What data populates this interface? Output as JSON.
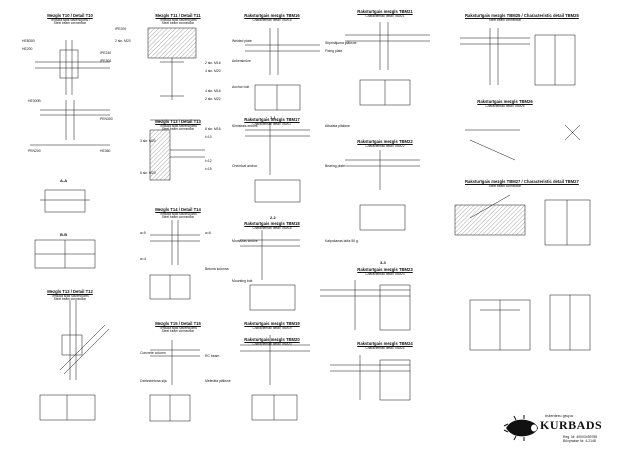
{
  "titles": [
    {
      "main": "Mezgls T10 / Detail T10",
      "sub": [
        "Tērauda sijas savienojums / ",
        "Steel beam connection"
      ]
    },
    {
      "main": "Mezgls T11 / Detail T11",
      "sub": [
        "Tērauda sijas savienojums",
        "Steel beam connection"
      ]
    },
    {
      "main": "Mezgls T12 / Detail T12",
      "sub": [
        "Tērauda sijas savienojums",
        "Steel beam connection"
      ]
    },
    {
      "main": "Mezgls T13 / Detail T13",
      "sub": [
        "Tērauda sijas savienojums",
        "Steel beam connection"
      ]
    },
    {
      "main": "Mezgls T14 / Detail T14",
      "sub": [
        "Tērauda sijas savienojums",
        "Steel beam connection"
      ]
    },
    {
      "main": "Mezgls T15 / Detail T15",
      "sub": [
        "Tērauda sijas savienojums",
        "Steel beam connection"
      ]
    },
    {
      "main": "Raksturīgais mezgls TBM16",
      "sub": [
        "Characteristic detail TBM16"
      ]
    },
    {
      "main": "Raksturīgais mezgls TBM17",
      "sub": [
        "Characteristic detail TBM17"
      ]
    },
    {
      "main": "Raksturīgais mezgls TBM18",
      "sub": [
        "Characteristic detail TBM18"
      ]
    },
    {
      "main": "Raksturīgais mezgls TBM19",
      "sub": [
        "Characteristic detail TBM19"
      ]
    },
    {
      "main": "Raksturīgais mezgls TBM20",
      "sub": [
        "Characteristic detail TBM20"
      ]
    },
    {
      "main": "Raksturīgais mezgls TBM21",
      "sub": [
        "Characteristic detail TBM21"
      ]
    },
    {
      "main": "Raksturīgais mezgls TBM22",
      "sub": [
        "Characteristic detail TBM22"
      ]
    },
    {
      "main": "Raksturīgais mezgls TBM23",
      "sub": [
        "Characteristic detail TBM23"
      ]
    },
    {
      "main": "Raksturīgais mezgls TBM24",
      "sub": [
        "Characteristic detail TBM24"
      ]
    },
    {
      "main": "Raksturīgais mezgls TBM25 / Characteristic detail TBM25",
      "sub": [
        "Steel beam connection"
      ]
    },
    {
      "main": "Raksturīgais mezgls TBM26",
      "sub": [
        "Characteristic detail TBM26"
      ]
    },
    {
      "main": "Raksturīgais mezgls TBM27 / Characteristic detail TBM27",
      "sub": [
        "Steel beam connection"
      ]
    }
  ],
  "labels": [
    "HEB300",
    "HE200",
    "IPE240",
    "IPE300",
    "HE300B",
    "PEN300",
    "PEN200",
    "HE360",
    "IPE200",
    "2 skr. M20",
    "2 skr. M16",
    "4 skr. M20",
    "4 skr. M16",
    "2 skr. M22",
    "3 skr. M20",
    "6 skr. M20",
    "8 skr. M16",
    "t=10",
    "t=12",
    "t=15",
    "a=5",
    "a=4",
    "a=6",
    "Betona kolonna",
    "Concrete column",
    "Dzelzsbetona sija",
    "RC beam",
    "Metināta plāksne",
    "Welded plate",
    "Ankerskrūve",
    "Anchor bolt",
    "Stiprinājuma plāksne",
    "Fixing plate",
    "Ķīmiskais enkurs",
    "Chemical anchor",
    "Atbalsta plāksne",
    "Bearing plate",
    "Montāžas skrūve",
    "Mounting bolt",
    "Kalpošanas laiks 50 g."
  ],
  "sections": [
    "A-A",
    "B-B",
    "1-1",
    "2-2",
    "3-3"
  ],
  "stamp": {
    "tag": "Inženieru grupa",
    "company": "KURBADS",
    "info_line1": "Reg. Nr. 40003459785",
    "info_line2": "Būvprakse Nr. 4-2148"
  },
  "colors": {
    "ink": "#111111",
    "paper": "#ffffff",
    "hatch": "#555555"
  }
}
